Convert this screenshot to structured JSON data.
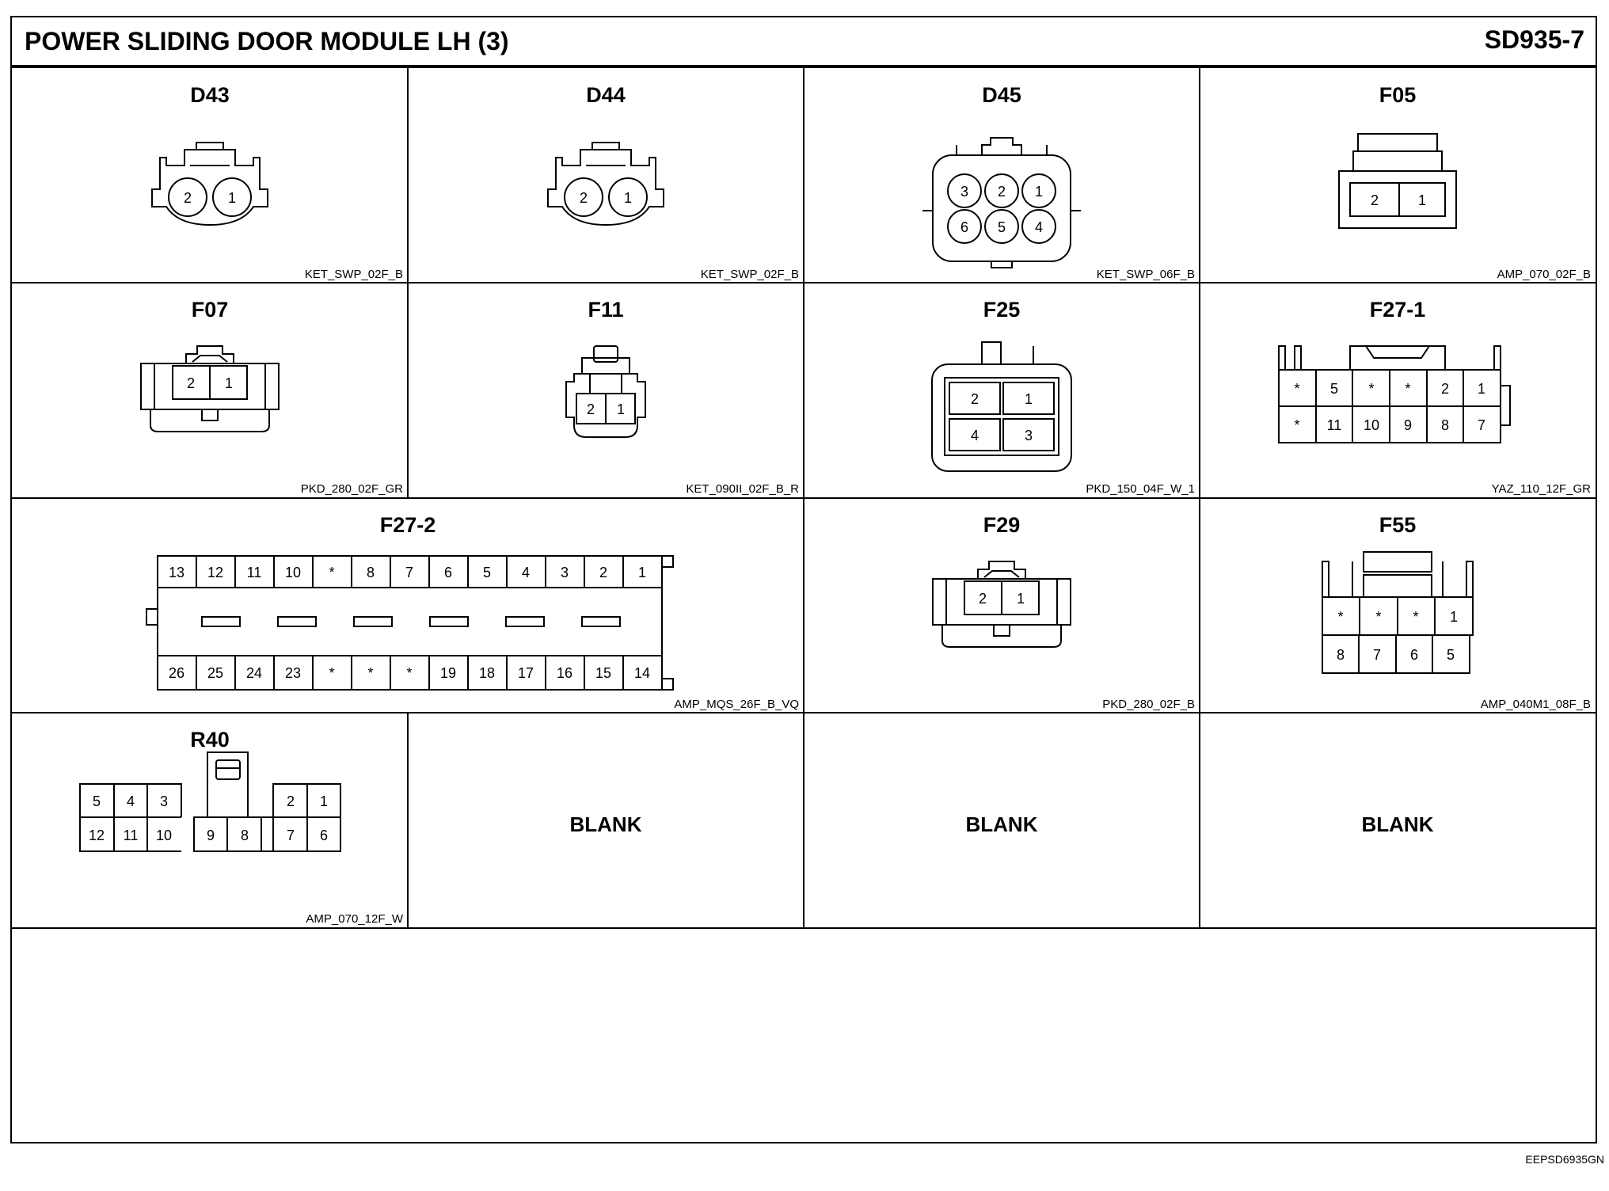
{
  "title": "POWER SLIDING DOOR MODULE LH (3)",
  "page_code": "SD935-7",
  "footer_code": "EEPSD6935GN",
  "blank_label": "BLANK",
  "connectors": {
    "D43": {
      "name": "D43",
      "part": "KET_SWP_02F_B",
      "pins": [
        "2",
        "1"
      ]
    },
    "D44": {
      "name": "D44",
      "part": "KET_SWP_02F_B",
      "pins": [
        "2",
        "1"
      ]
    },
    "D45": {
      "name": "D45",
      "part": "KET_SWP_06F_B",
      "pins": [
        "3",
        "2",
        "1",
        "6",
        "5",
        "4"
      ]
    },
    "F05": {
      "name": "F05",
      "part": "AMP_070_02F_B",
      "pins": [
        "2",
        "1"
      ]
    },
    "F07": {
      "name": "F07",
      "part": "PKD_280_02F_GR",
      "pins": [
        "2",
        "1"
      ]
    },
    "F11": {
      "name": "F11",
      "part": "KET_090II_02F_B_R",
      "pins": [
        "2",
        "1"
      ]
    },
    "F25": {
      "name": "F25",
      "part": "PKD_150_04F_W_1",
      "pins": [
        "2",
        "1",
        "4",
        "3"
      ]
    },
    "F27_1": {
      "name": "F27-1",
      "part": "YAZ_110_12F_GR",
      "pins": [
        "*",
        "5",
        "*",
        "*",
        "2",
        "1",
        "*",
        "11",
        "10",
        "9",
        "8",
        "7"
      ]
    },
    "F27_2": {
      "name": "F27-2",
      "part": "AMP_MQS_26F_B_VQ",
      "pins_top": [
        "13",
        "12",
        "11",
        "10",
        "*",
        "8",
        "7",
        "6",
        "5",
        "4",
        "3",
        "2",
        "1"
      ],
      "pins_bottom": [
        "26",
        "25",
        "24",
        "23",
        "*",
        "*",
        "*",
        "19",
        "18",
        "17",
        "16",
        "15",
        "14"
      ]
    },
    "F29": {
      "name": "F29",
      "part": "PKD_280_02F_B",
      "pins": [
        "2",
        "1"
      ]
    },
    "F55": {
      "name": "F55",
      "part": "AMP_040M1_08F_B",
      "pins": [
        "*",
        "*",
        "*",
        "1",
        "8",
        "7",
        "6",
        "5"
      ]
    },
    "R40": {
      "name": "R40",
      "part": "AMP_070_12F_W",
      "pins": [
        "5",
        "4",
        "3",
        "2",
        "1",
        "12",
        "11",
        "10",
        "9",
        "8",
        "7",
        "6"
      ]
    }
  }
}
